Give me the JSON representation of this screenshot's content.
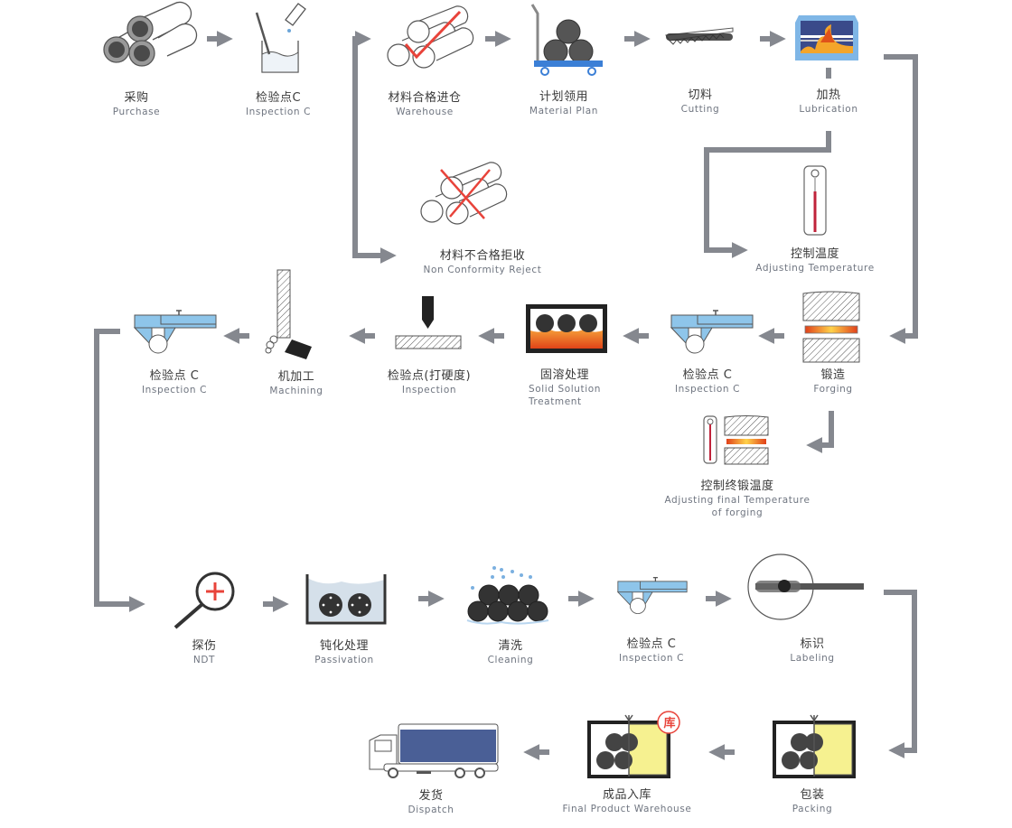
{
  "diagram": {
    "title": "Production Process Flow",
    "colors": {
      "connector": "#85888f",
      "inspection_blue": "#8ec5ea",
      "reject_red": "#e8433a",
      "heat_orange": "#f28a1c",
      "truck_blue": "#4a5f96",
      "package_yellow": "#f6f190",
      "cart_blue": "#3b7fd6"
    },
    "steps": [
      {
        "id": "purchase",
        "cn": "采购",
        "en": "Purchase",
        "icon": "pipes-icon"
      },
      {
        "id": "inspection-c-1",
        "cn": "检验点C",
        "en": "Inspection C",
        "icon": "beaker-icon"
      },
      {
        "id": "warehouse",
        "cn": "材料合格进仓",
        "en": "Warehouse",
        "icon": "pipes-checkmark-icon"
      },
      {
        "id": "material-plan",
        "cn": "计划领用",
        "en": "Material Plan",
        "icon": "cart-icon"
      },
      {
        "id": "cutting",
        "cn": "切料",
        "en": "Cutting",
        "icon": "saw-icon"
      },
      {
        "id": "lubrication",
        "cn": "加热",
        "en": "Lubrication",
        "icon": "furnace-icon"
      },
      {
        "id": "non-conformity-reject",
        "cn": "材料不合格拒收",
        "en": "Non Conformity Reject",
        "icon": "pipes-cross-icon"
      },
      {
        "id": "adjusting-temperature",
        "cn": "控制温度",
        "en": "Adjusting Temperature",
        "icon": "thermometer-icon"
      },
      {
        "id": "forging",
        "cn": "锻造",
        "en": "Forging",
        "icon": "forge-press-icon"
      },
      {
        "id": "adjusting-final-temperature",
        "cn": "控制终锻温度",
        "en": "Adjusting final Temperature",
        "en2": "of forging",
        "icon": "thermometer-press-icon"
      },
      {
        "id": "inspection-c-2",
        "cn": "检验点 C",
        "en": "Inspection C",
        "icon": "caliper-icon"
      },
      {
        "id": "solid-solution",
        "cn": "固溶处理",
        "en": "Solid Solution",
        "en2": "Treatment",
        "icon": "heat-bath-icon"
      },
      {
        "id": "hardness-inspection",
        "cn": "检验点(打硬度)",
        "en": "Inspection",
        "icon": "hardness-tester-icon"
      },
      {
        "id": "machining",
        "cn": "机加工",
        "en": "Machining",
        "icon": "drill-icon"
      },
      {
        "id": "inspection-c-3",
        "cn": "检验点 C",
        "en": "Inspection C",
        "icon": "caliper-icon"
      },
      {
        "id": "ndt",
        "cn": "探伤",
        "en": "NDT",
        "icon": "magnifier-icon"
      },
      {
        "id": "passivation",
        "cn": "钝化处理",
        "en": "Passivation",
        "icon": "passivation-tank-icon"
      },
      {
        "id": "cleaning",
        "cn": "清洗",
        "en": "Cleaning",
        "icon": "washing-icon"
      },
      {
        "id": "inspection-c-4",
        "cn": "检验点 C",
        "en": "Inspection C",
        "icon": "caliper-icon"
      },
      {
        "id": "labeling",
        "cn": "标识",
        "en": "Labeling",
        "icon": "label-lens-icon"
      },
      {
        "id": "packing",
        "cn": "包装",
        "en": "Packing",
        "icon": "package-icon"
      },
      {
        "id": "final-warehouse",
        "cn": "成品入库",
        "en": "Final Product Warehouse",
        "icon": "package-stamp-icon",
        "stamp": "库"
      },
      {
        "id": "dispatch",
        "cn": "发货",
        "en": "Dispatch",
        "icon": "truck-icon"
      }
    ]
  }
}
